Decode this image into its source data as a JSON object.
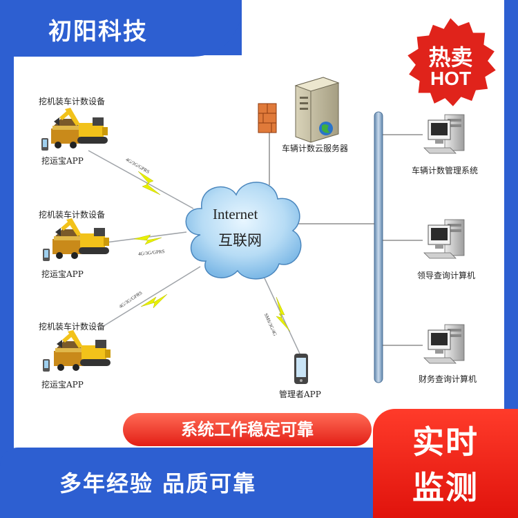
{
  "brand": {
    "title": "初阳科技"
  },
  "badge": {
    "line1": "热卖",
    "line2": "HOT"
  },
  "diagram": {
    "device_groups": [
      {
        "title": "挖机装车计数设备",
        "app": "挖运宝APP",
        "link": "4G/3G/GPRS"
      },
      {
        "title": "挖机装车计数设备",
        "app": "挖运宝APP",
        "link": "4G/3G/GPRS"
      },
      {
        "title": "挖机装车计数设备",
        "app": "挖运宝APP",
        "link": "4G/3G/GPRS"
      }
    ],
    "cloud": {
      "line1": "Internet",
      "line2": "互联网"
    },
    "server_label": "车辆计数云服务器",
    "manager_label": "管理者APP",
    "manager_link": "SMS/3G/4G",
    "computers": [
      {
        "label": "车辆计数管理系统"
      },
      {
        "label": "领导查询计算机"
      },
      {
        "label": "财务查询计算机"
      }
    ]
  },
  "banner": {
    "text": "系统工作稳定可靠"
  },
  "bottom": {
    "text": "多年经验 品质可靠"
  },
  "red_card": {
    "line1": "实时",
    "line2": "监测"
  },
  "colors": {
    "brand_blue": "#2d5fd1",
    "accent_red": "#e21e16",
    "bus_blue": "#8aa8c8"
  }
}
